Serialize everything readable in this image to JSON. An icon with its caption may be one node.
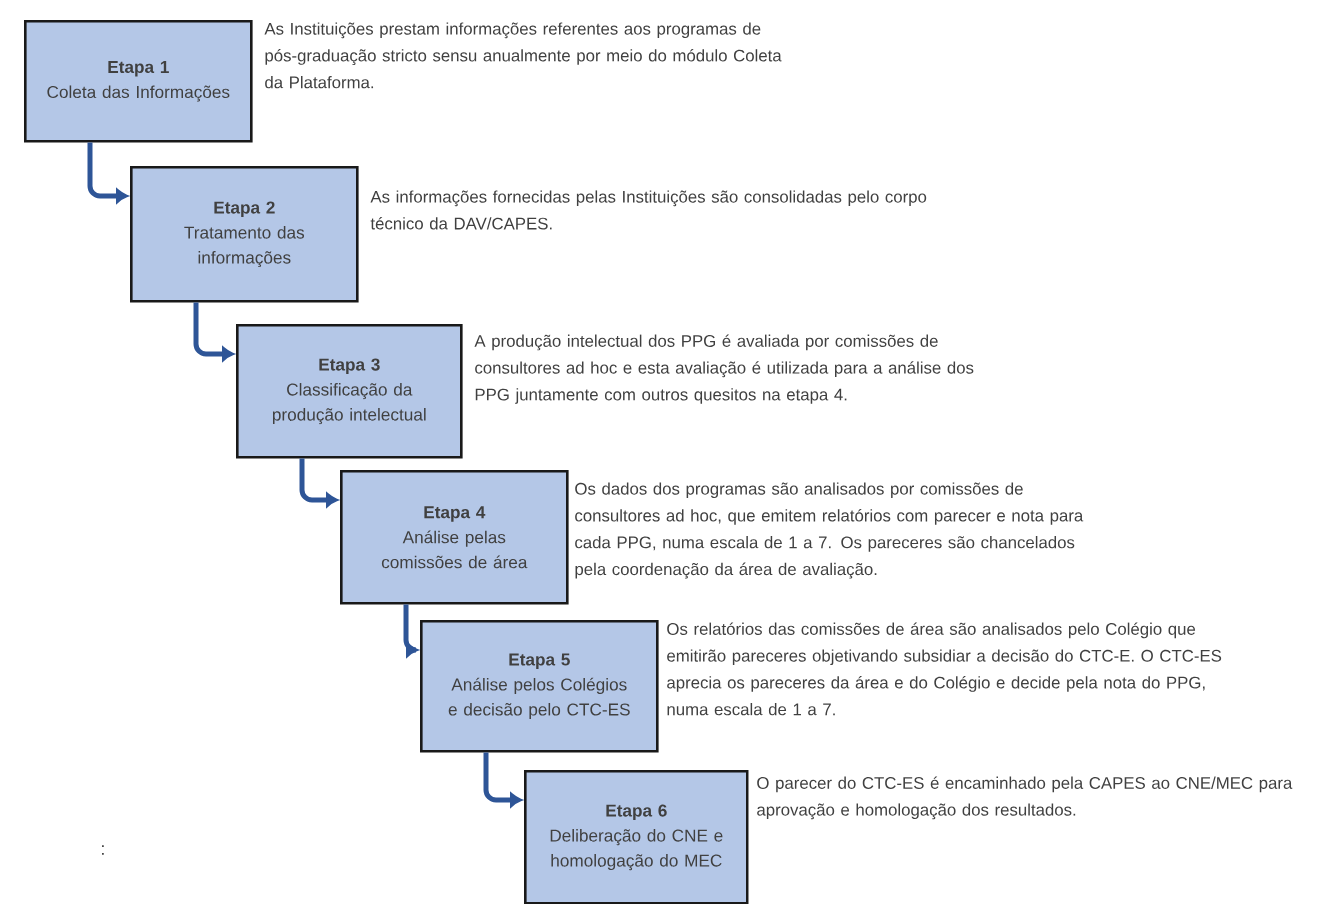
{
  "diagram": {
    "nodes": [
      {
        "text": [
          "Etapa 1",
          "Coleta das Informações"
        ],
        "beside": [
          "As Instituições prestam informações referentes aos programas de pós-graduação stricto sensu anualmente por meio do módulo Coleta da Plataforma."
        ]
      },
      {
        "text": [
          "Etapa 2",
          "Tratamento das informações"
        ],
        "beside": [
          "As informações fornecidas pelas Instituições são consolidadas pelo corpo técnico da DAV/CAPES."
        ]
      },
      {
        "text": [
          "Etapa 3",
          "Classificação da produção intelectual"
        ],
        "beside": [
          "A produção intelectual dos PPG é avaliada por comissões de consultores ad hoc e esta avaliação é utilizada para a análise dos PPG juntamente com outros quesitos na etapa 4."
        ]
      },
      {
        "text": [
          "Etapa 4",
          "Análise pelas comissões de área"
        ],
        "beside": [
          "Os dados dos programas são analisados por comissões de consultores ad hoc, que emitem relatórios com parecer e nota para cada PPG, numa escala de 1 a 7. Os pareceres são chancelados pela coordenação da área de avaliação."
        ]
      },
      {
        "text": [
          "Etapa 5",
          "Análise pelos Colégios e decisão pelo CTC-ES"
        ],
        "beside": [
          "Os relatórios das comissões de área são analisados pelo Colégio que emitirão pareceres objetivando subsidiar a decisão do CTC-E. O CTC-ES aprecia os pareceres da área e do Colégio e decide pela nota do PPG, numa escala de 1 a 7."
        ]
      },
      {
        "text": [
          "Etapa 6",
          "Deliberação do CNE e homologação do MEC"
        ],
        "beside": [
          "O parecer do CTC-ES é encaminhado pela CAPES ao CNE/MEC para aprovação e homologação dos resultados."
        ]
      }
    ],
    "edges": [
      {
        "from": 0,
        "to": 1,
        "arrow": "to"
      },
      {
        "from": 1,
        "to": 2,
        "arrow": "to"
      },
      {
        "from": 2,
        "to": 3,
        "arrow": "to"
      },
      {
        "from": 3,
        "to": 4,
        "arrow": "to"
      },
      {
        "from": 4,
        "to": 5,
        "arrow": "to"
      }
    ],
    "labels": [
      ":"
    ]
  }
}
